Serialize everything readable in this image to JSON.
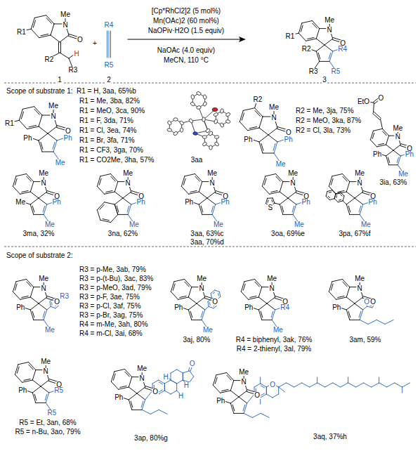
{
  "diagram": {
    "labels": [
      "Me",
      "N",
      "O",
      "R1",
      "R2",
      "H",
      "R3",
      "1",
      "+",
      "R4",
      "R5",
      "2",
      "[Cp*RhCl2]2 (5 mol%)",
      "Mn(OAc)2 (60 mol%)",
      "NaOPiv·H2O (1.5 equiv)",
      "NaOAc (4.0 equiv)",
      "MeCN, 110 °C",
      "Me",
      "N",
      "O",
      "R1",
      "R4",
      "R2",
      "R3",
      "R5",
      "3",
      "Scope of substrate 1:",
      "R1 = H, 3aa, 65%b",
      "Me",
      "N",
      "O",
      "R1",
      "Ph",
      "Ph",
      "Me",
      "R1 = Me, 3ba, 82%",
      "R1 = MeO, 3ca, 90%",
      "R1 = F, 3da, 71%",
      "R1 = Cl, 3ea, 74%",
      "R1 = Br, 3fa, 71%",
      "R1 = CF3, 3ga, 70%",
      "R1 = CO2Me, 3ha, 57%",
      "3aa",
      "R2",
      "Me",
      "N",
      "O",
      "Ph",
      "Ph",
      "Me",
      "R2 = Me, 3ja, 75%",
      "R2 = MeO, 3ka, 87%",
      "R2 = Cl, 3la, 73%",
      "Me",
      "N",
      "O",
      "EtO",
      "O",
      "Ph",
      "Ph",
      "Me",
      "3ia, 63%",
      "Me",
      "N",
      "O",
      "Ph",
      "Me",
      "Me",
      "3ma, 32%",
      "Me",
      "N",
      "O",
      "Ph",
      "Me",
      "3na, 62%",
      "Me",
      "N",
      "O",
      "Ph",
      "Ph",
      "Me",
      "3aa, 63%c",
      "3aa, 70%d",
      "Me",
      "N",
      "O",
      "Ph",
      "S",
      "Me",
      "3oa, 69%e",
      "Me",
      "N",
      "O",
      "Ph",
      "Me",
      "3pa, 67%f",
      "Scope of substrate 2:",
      "Me",
      "N",
      "O",
      "R3",
      "Ph",
      "Me",
      "R3 = p-Me, 3ab, 79%",
      "R3 = p-(t-Bu), 3ac, 83%",
      "R3 = p-MeO, 3ad, 79%",
      "R3 = p-F, 3ae, 75%",
      "R3 = p-Cl, 3af, 75%",
      "R3 = p-Br, 3ag, 75%",
      "R4 = m-Me, 3ah, 80%",
      "R4 = m-Cl, 3ai, 68%",
      "Me",
      "N",
      "O",
      "Ph",
      "Me",
      "3aj, 80%",
      "Me",
      "N",
      "O",
      "R4",
      "Ph",
      "Me",
      "R4 = biphenyl, 3ak, 76%",
      "R4 = 2-thienyl, 3al, 79%",
      "Me",
      "N",
      "O",
      "O",
      "Ph",
      "3am, 59%",
      "Me",
      "N",
      "O",
      "R5",
      "Ph",
      "R5",
      "R5 = Et, 3an, 68%",
      "R5 = n-Bu, 3ao, 79%",
      "Me",
      "N",
      "O",
      "O",
      "H",
      "H",
      "H",
      "Ph",
      "3ap, 80%g",
      "Me",
      "N",
      "O",
      "O",
      "Ph",
      "3aq, 37%h"
    ]
  }
}
